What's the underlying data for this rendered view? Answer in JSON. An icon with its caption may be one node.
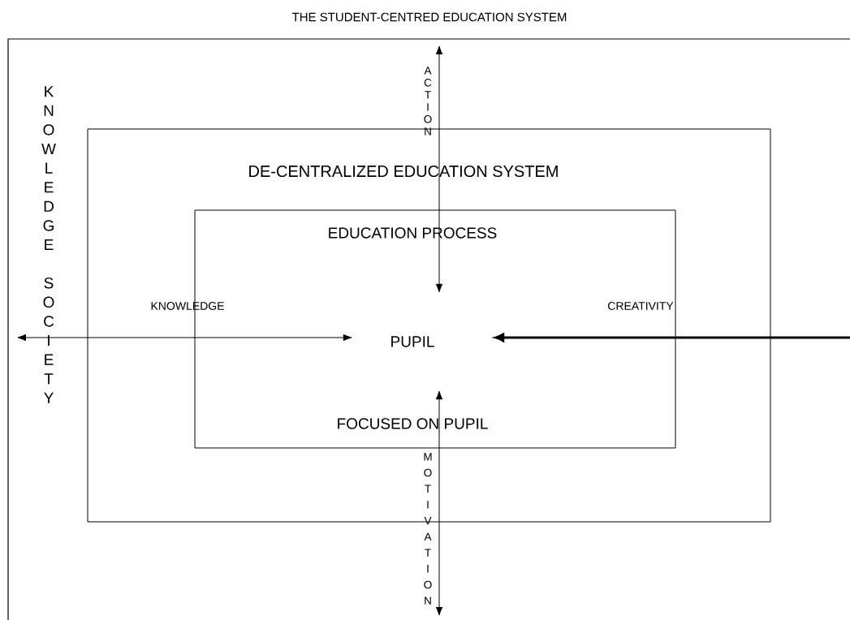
{
  "diagram": {
    "title": "THE STUDENT-CENTRED EDUCATION SYSTEM",
    "nodes": [
      {
        "text": [
          "KNOWLEDGE SOCIETY"
        ]
      },
      {
        "text": [
          "DE-CENTRALIZED EDUCATION SYSTEM"
        ],
        "in": 0
      },
      {
        "text": [
          "EDUCATION PROCESS",
          "FOCUSED ON PUPIL"
        ],
        "in": 1
      },
      {
        "text": [
          "PUPIL"
        ],
        "in": 2
      }
    ],
    "edges": [
      {
        "from": null,
        "to": 3,
        "arrow": "both",
        "label": "ACTION"
      },
      {
        "from": null,
        "to": 3,
        "arrow": "both",
        "label": "MOTIVATION"
      },
      {
        "from": null,
        "to": 3,
        "arrow": "both",
        "label": "KNOWLEDGE"
      },
      {
        "from": null,
        "to": 3,
        "arrow": "to",
        "label": "CREATIVITY",
        "style": "thick"
      }
    ]
  }
}
